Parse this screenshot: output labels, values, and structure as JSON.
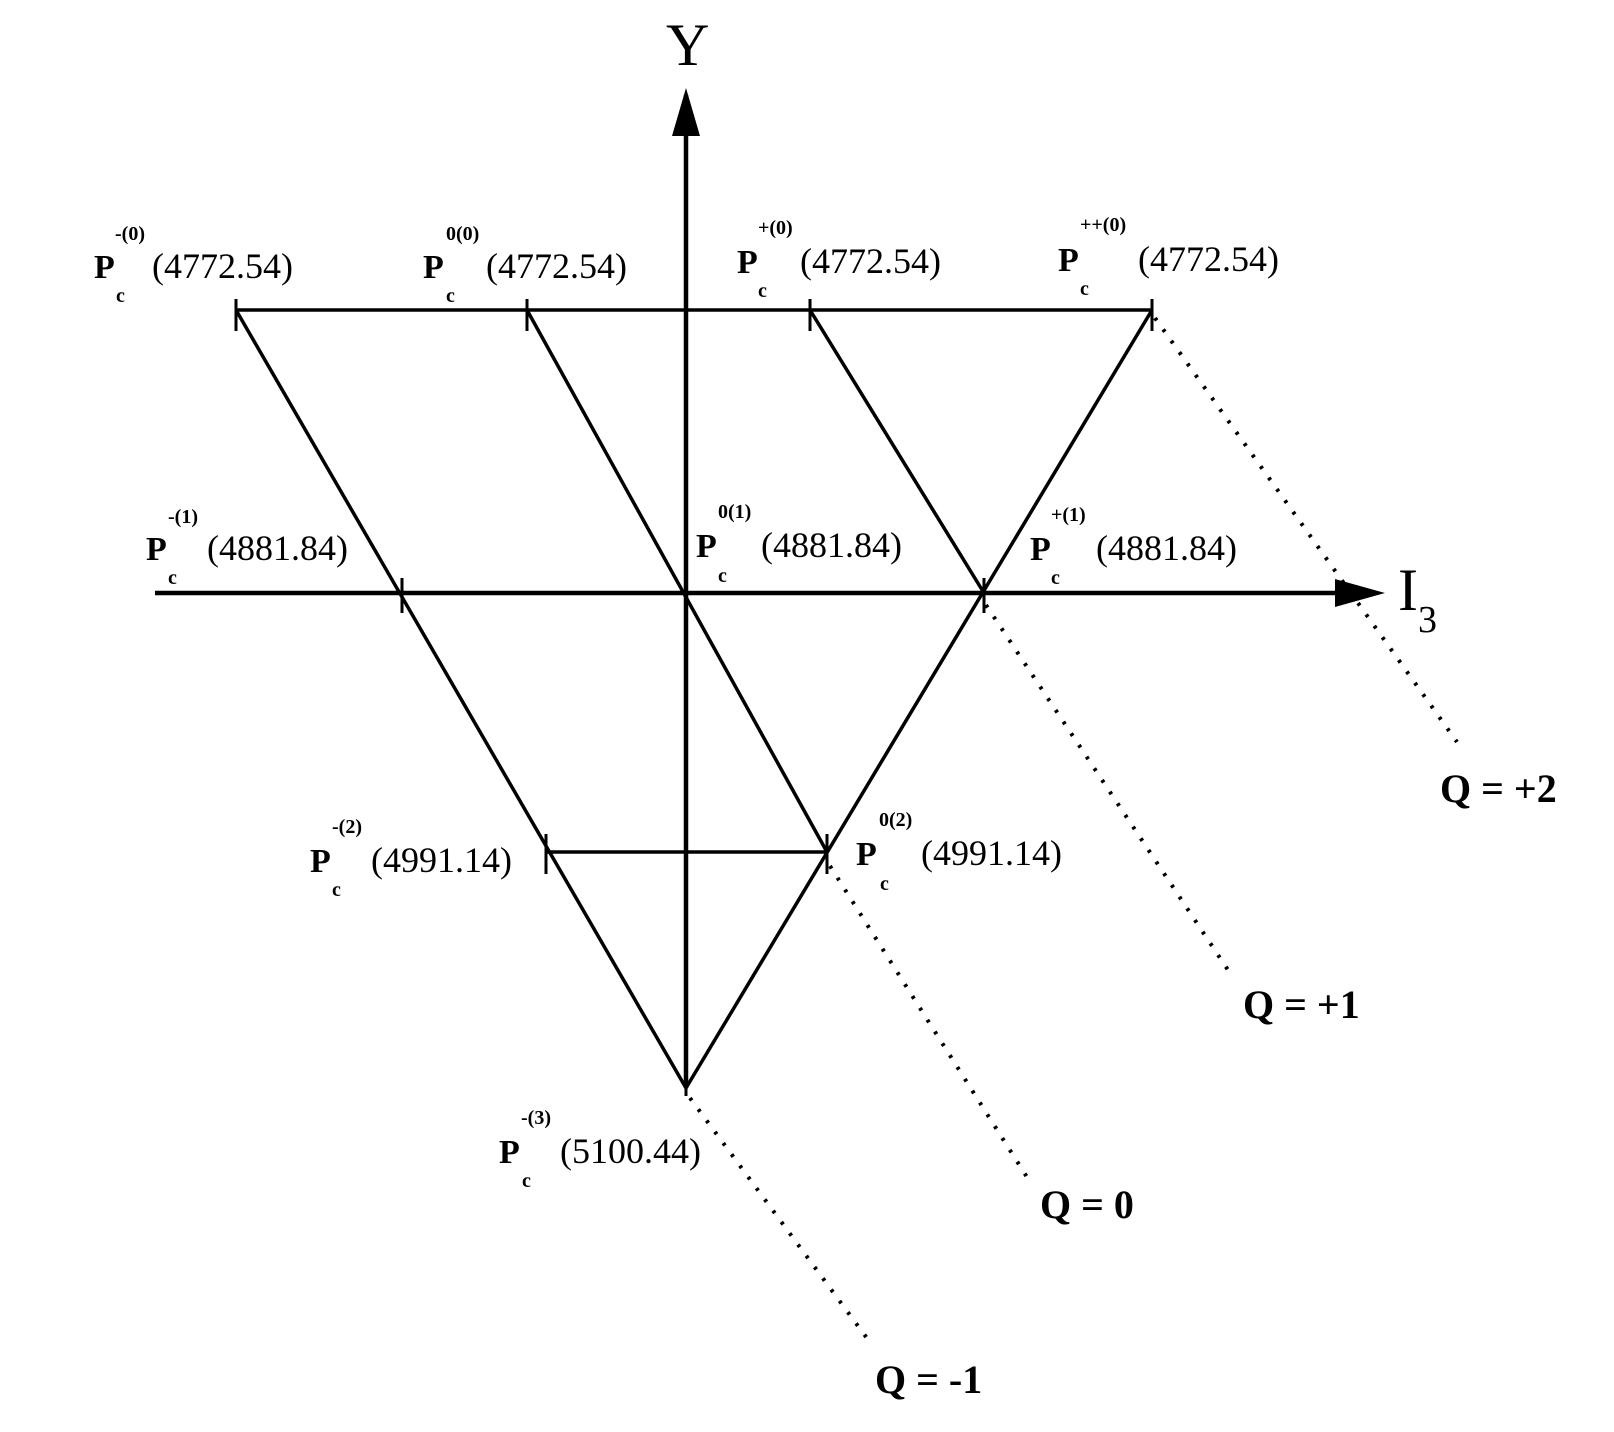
{
  "axes": {
    "y_label": "Y",
    "i3_label_main": "I",
    "i3_label_sub": "3"
  },
  "states": [
    {
      "id": "pc-minus-0",
      "symbol": "P",
      "sub": "c",
      "sup": "-(0)",
      "mass": "(4772.54)"
    },
    {
      "id": "pc-zero-0",
      "symbol": "P",
      "sub": "c",
      "sup": "0(0)",
      "mass": "(4772.54)"
    },
    {
      "id": "pc-plus-0",
      "symbol": "P",
      "sub": "c",
      "sup": "+(0)",
      "mass": "(4772.54)"
    },
    {
      "id": "pc-plusplus-0",
      "symbol": "P",
      "sub": "c",
      "sup": "++(0)",
      "mass": "(4772.54)"
    },
    {
      "id": "pc-minus-1",
      "symbol": "P",
      "sub": "c",
      "sup": "-(1)",
      "mass": "(4881.84)"
    },
    {
      "id": "pc-zero-1",
      "symbol": "P",
      "sub": "c",
      "sup": "0(1)",
      "mass": "(4881.84)"
    },
    {
      "id": "pc-plus-1",
      "symbol": "P",
      "sub": "c",
      "sup": "+(1)",
      "mass": "(4881.84)"
    },
    {
      "id": "pc-minus-2",
      "symbol": "P",
      "sub": "c",
      "sup": "-(2)",
      "mass": "(4991.14)"
    },
    {
      "id": "pc-zero-2",
      "symbol": "P",
      "sub": "c",
      "sup": "0(2)",
      "mass": "(4991.14)"
    },
    {
      "id": "pc-minus-3",
      "symbol": "P",
      "sub": "c",
      "sup": "-(3)",
      "mass": "(5100.44)"
    }
  ],
  "charge_lines": [
    {
      "id": "q-plus-2",
      "label": "Q = +2"
    },
    {
      "id": "q-plus-1",
      "label": "Q = +1"
    },
    {
      "id": "q-zero",
      "label": "Q = 0"
    },
    {
      "id": "q-minus-1",
      "label": "Q = -1"
    }
  ]
}
